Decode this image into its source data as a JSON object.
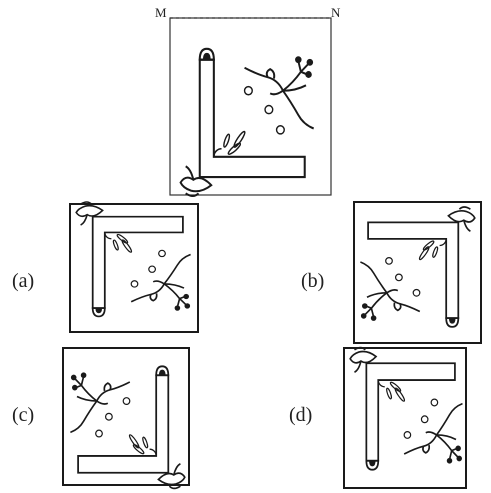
{
  "mirror_labels": {
    "left": "M",
    "right": "N"
  },
  "options": [
    {
      "key": "a",
      "label": "(a)"
    },
    {
      "key": "b",
      "label": "(b)"
    },
    {
      "key": "c",
      "label": "(c)"
    },
    {
      "key": "d",
      "label": "(d)"
    }
  ],
  "colors": {
    "ink": "#1a1a1a",
    "paper": "#ffffff",
    "mirror_line": "#333333"
  },
  "icons": [
    "l-shaped-bar-icon",
    "flower-branch-icon",
    "bird-icon",
    "circle-dot-icon",
    "leaf-icon"
  ]
}
